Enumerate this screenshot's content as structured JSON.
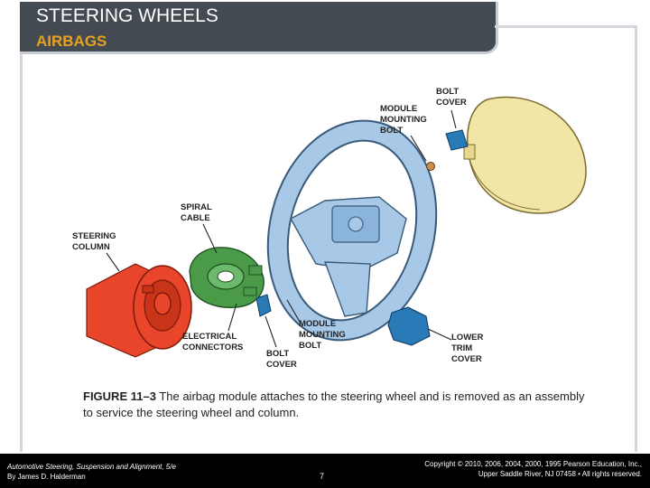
{
  "slide": {
    "title": "STEERING WHEELS",
    "subtitle": "AIRBAGS"
  },
  "labels": {
    "bolt_cover_top": [
      "BOLT",
      "COVER"
    ],
    "module_mounting_bolt_top": [
      "MODULE",
      "MOUNTING",
      "BOLT"
    ],
    "spiral_cable": [
      "SPIRAL",
      "CABLE"
    ],
    "steering_column": [
      "STEERING",
      "COLUMN"
    ],
    "electrical_connectors": [
      "ELECTRICAL",
      "CONNECTORS"
    ],
    "bolt_cover_bottom": [
      "BOLT",
      "COVER"
    ],
    "module_mounting_bolt_bottom": [
      "MODULE",
      "MOUNTING",
      "BOLT"
    ],
    "lower_trim_cover": [
      "LOWER",
      "TRIM",
      "COVER"
    ]
  },
  "caption": {
    "figure": "FIGURE 11–3",
    "text": " The airbag module attaches to the steering wheel and is removed as an assembly to service the steering wheel and column."
  },
  "footer": {
    "book_line1": "Automotive Steering, Suspension and Alignment, 5/e",
    "book_line2": "By James D. Halderman",
    "page": "7",
    "copyright_line1": "Copyright © 2010, 2006, 2004, 2000, 1995 Pearson Education, Inc.,",
    "copyright_line2": "Upper Saddle River, NJ 07458 • All rights reserved."
  },
  "colors": {
    "title_bar": "#444a52",
    "subtitle": "#e8a020",
    "steering_column": "#e8452a",
    "spiral_cable": "#4a9a4a",
    "steering_wheel": "#a8c8e8",
    "airbag_module": "#f2e6a6",
    "covers": "#2a7ab8"
  }
}
